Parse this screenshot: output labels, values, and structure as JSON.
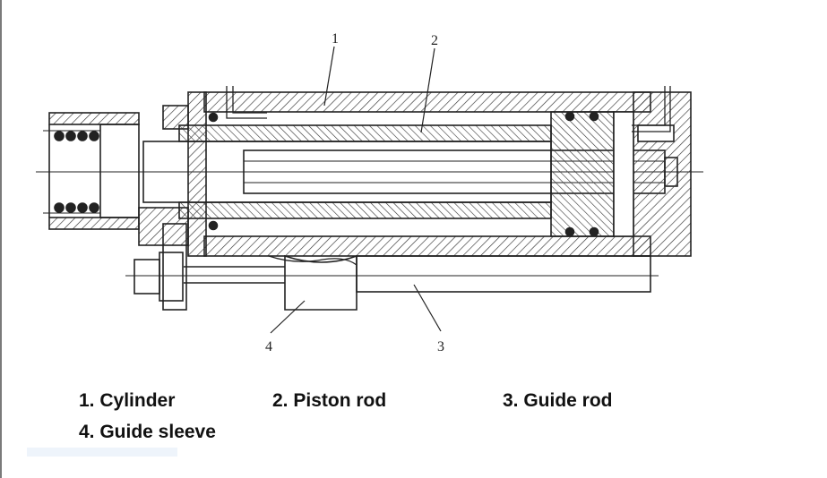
{
  "callouts": {
    "c1": "1",
    "c2": "2",
    "c3": "3",
    "c4": "4"
  },
  "legend": {
    "item1": "1. Cylinder",
    "item2": "2. Piston rod",
    "item3": "3. Guide rod",
    "item4": "4. Guide sleeve"
  },
  "colors": {
    "ink": "#222222",
    "hatch": "#333333",
    "background": "#ffffff"
  }
}
